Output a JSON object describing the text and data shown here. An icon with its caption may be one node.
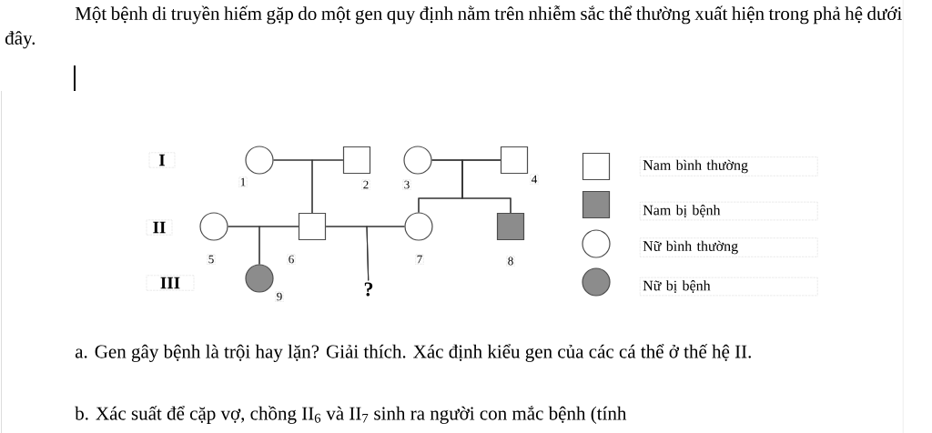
{
  "diagram": {
    "nodes": [
      {
        "text": [],
        "shape": "circle",
        "beside": [
          "1"
        ]
      },
      {
        "text": [],
        "shape": "box",
        "beside": [
          "2"
        ]
      },
      {
        "text": [],
        "shape": "circle",
        "beside": [
          "3"
        ]
      },
      {
        "text": [],
        "shape": "box",
        "beside": [
          "4"
        ]
      },
      {
        "text": [],
        "shape": "circle",
        "beside": [
          "5"
        ]
      },
      {
        "text": [],
        "shape": "box",
        "beside": [
          "6"
        ]
      },
      {
        "text": [],
        "shape": "circle",
        "beside": [
          "7"
        ]
      },
      {
        "text": [],
        "shape": "box",
        "beside": [
          "8"
        ]
      },
      {
        "text": [],
        "shape": "circle",
        "beside": [
          "9"
        ]
      },
      {
        "text": [
          "?"
        ]
      }
    ],
    "edges": [
      {
        "from": 0,
        "to": 1,
        "arrow": "none"
      },
      {
        "from": 2,
        "to": 3,
        "arrow": "none"
      },
      {
        "from": 4,
        "to": 5,
        "arrow": "none"
      },
      {
        "from": 5,
        "to": 6,
        "arrow": "none"
      },
      {
        "from": 0,
        "to": 5,
        "arrow": "none"
      },
      {
        "from": 1,
        "to": 5,
        "arrow": "none"
      },
      {
        "from": 2,
        "to": 6,
        "arrow": "none"
      },
      {
        "from": 3,
        "to": 6,
        "arrow": "none"
      },
      {
        "from": 2,
        "to": 7,
        "arrow": "none"
      },
      {
        "from": 3,
        "to": 7,
        "arrow": "none"
      },
      {
        "from": 4,
        "to": 8,
        "arrow": "none"
      },
      {
        "from": 5,
        "to": 8,
        "arrow": "none"
      },
      {
        "from": 5,
        "to": 9,
        "arrow": "none"
      },
      {
        "from": 6,
        "to": 9,
        "arrow": "none"
      }
    ],
    "labels": [
      "Một bệnh di truyền hiếm gặp do một gen quy định nằm trên nhiễm sắc thể thường xuất hiện trong phả hệ dưới đây.",
      "I",
      "II",
      "III",
      "a. Gen gây bệnh là trội hay lặn? Giải thích. Xác định kiểu gen của các cá thể ở thế hệ II.",
      "b. Xác suất để cặp vợ, chồng II$_{6}$ và II$_{7}$ sinh ra người con mắc bệnh (tính"
    ],
    "legend": [
      {
        "text": "Nam bình thường"
      },
      {
        "text": "Nam bị bệnh"
      },
      {
        "text": "Nữ bình thường"
      },
      {
        "text": "Nữ bị bệnh"
      }
    ]
  }
}
